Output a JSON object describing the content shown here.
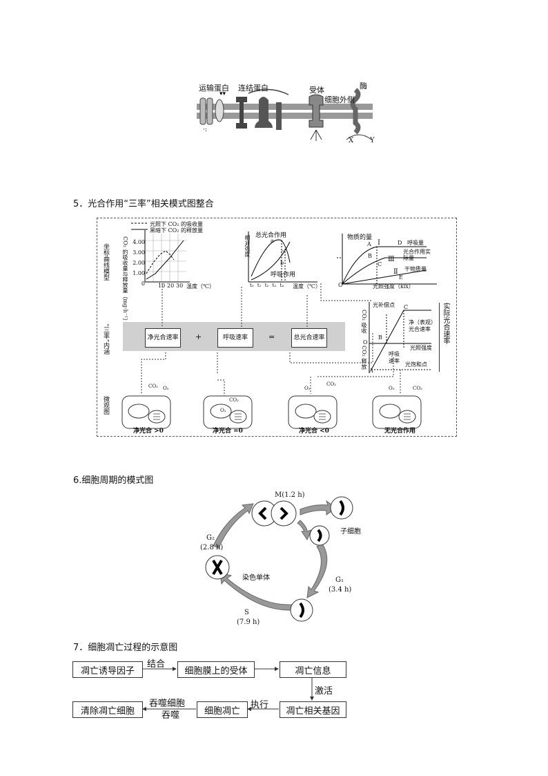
{
  "membrane": {
    "labels": {
      "transport": "运输蛋白",
      "linker": "连结蛋白",
      "receptor": "受体",
      "outside": "细胞外侧",
      "enzyme": "酶",
      "x": "X",
      "y": "Y"
    }
  },
  "section5": {
    "heading": "5．光合作用“三率”相关模式图整合",
    "row_labels": {
      "curve": "坐标曲线模型",
      "meaning": "“三率”内涵",
      "micro": "微观图"
    },
    "graph1": {
      "legend1": "光照下 CO₂ 的吸收量",
      "legend2": "黑暗下 CO₂ 的释放量",
      "ylabel": "CO₂ 的吸收量与释放量（mg·h⁻¹）",
      "yticks": [
        "4.00",
        "3.00",
        "2.00",
        "1.00",
        "0"
      ],
      "xticks": [
        "10",
        "20",
        "30"
      ],
      "xlabel": "温度（℃）"
    },
    "graph2": {
      "ylabel": "相对强度",
      "curve1": "总光合作用",
      "curve2": "呼吸作用",
      "points": [
        "a",
        "b",
        "c"
      ],
      "xticks": [
        "t₀",
        "t₁",
        "t₂",
        "t₃",
        "t₄"
      ],
      "xlabel": "温度（℃）"
    },
    "graph3": {
      "ylabel": "物质的量",
      "points": [
        "A",
        "B",
        "C",
        "D",
        "E"
      ],
      "regions": [
        "Ⅰ",
        "Ⅱ",
        "Ⅲ"
      ],
      "labels": [
        "呼吸量",
        "光合作用实际量",
        "干物质量"
      ],
      "origin": "O",
      "xlabel": "光照强度（klx）"
    },
    "graph4": {
      "top_label": "光补偿点",
      "ylabel_up": "CO₂ 吸收",
      "ylabel_down": "CO₂ 释放",
      "origin": "O",
      "points": [
        "A",
        "B",
        "C"
      ],
      "labels": [
        "净（表观）光合速率",
        "光照强度",
        "呼吸速率",
        "光饱和点"
      ],
      "side": "实际光合速率"
    },
    "equation": {
      "net": "净光合速率",
      "plus": "+",
      "resp": "呼吸速率",
      "eq": "=",
      "gross": "总光合速率"
    },
    "gases": {
      "co2": "CO₂",
      "o2": "O₂"
    },
    "micro": [
      "净光合 >0",
      "净光合 =0",
      "净光合 <0",
      "无光合作用"
    ]
  },
  "section6": {
    "heading": "6.细胞周期的模式图",
    "m": "M(1.2 h)",
    "g2": "G₂",
    "g2_time": "(2.8 h)",
    "g1": "G₁",
    "g1_time": "(3.4 h)",
    "s": "S",
    "s_time": "(7.9 h)",
    "daughter": "子细胞",
    "chromatid": "染色单体"
  },
  "section7": {
    "heading": "7．细胞凋亡过程的示意图",
    "boxes": [
      "凋亡诱导因子",
      "细胞膜上的受体",
      "凋亡信息",
      "凋亡相关基因",
      "细胞凋亡",
      "清除凋亡细胞"
    ],
    "arrows": {
      "bind": "结合",
      "activate": "激活",
      "execute": "执行",
      "phago1": "吞噬细胞",
      "phago2": "吞噬"
    }
  }
}
